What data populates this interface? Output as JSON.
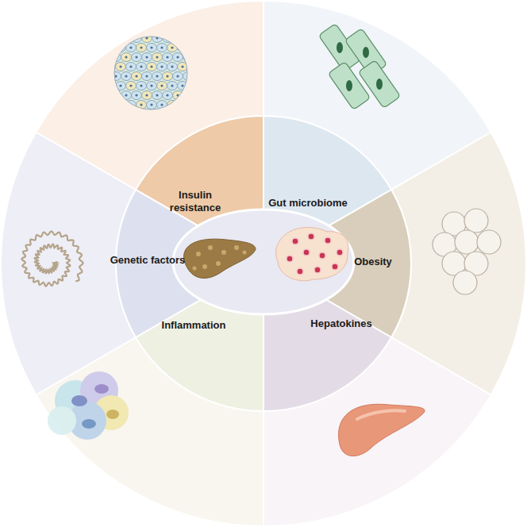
{
  "diagram": {
    "nodes": [
      {
        "text": [
          "Insulin resistance"
        ]
      },
      {
        "text": [
          "Gut microbiome"
        ]
      },
      {
        "text": [
          "Obesity"
        ]
      },
      {
        "text": [
          "Hepatokines"
        ]
      },
      {
        "text": [
          "Inflammation"
        ]
      },
      {
        "text": [
          "Genetic factors"
        ]
      }
    ]
  }
}
